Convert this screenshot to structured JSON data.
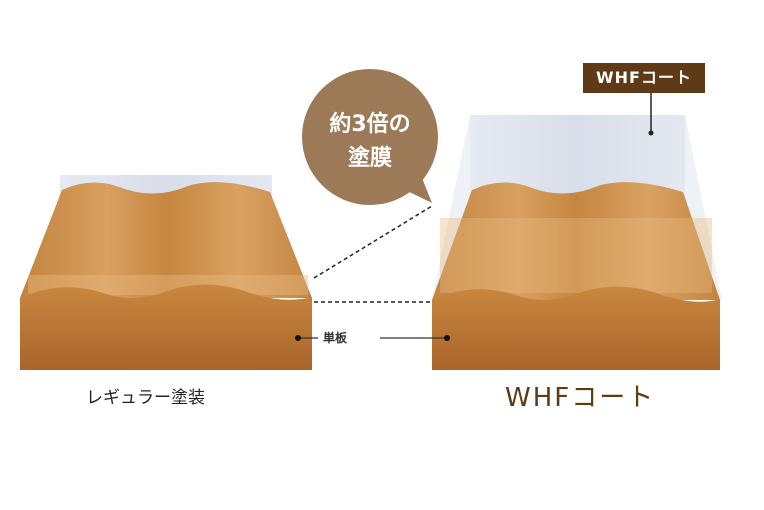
{
  "bubble": {
    "line1": "約3倍の",
    "line2": "塗膜"
  },
  "coat_tag": "WHFコート",
  "veneer_label": "単板",
  "labels": {
    "regular": "レギュラー塗装",
    "whf": "WHFコート"
  },
  "colors": {
    "brown": "#5e3a17",
    "bubble": "#9c7a57",
    "wood": "#c98a45",
    "coat": "#dde3ee"
  }
}
